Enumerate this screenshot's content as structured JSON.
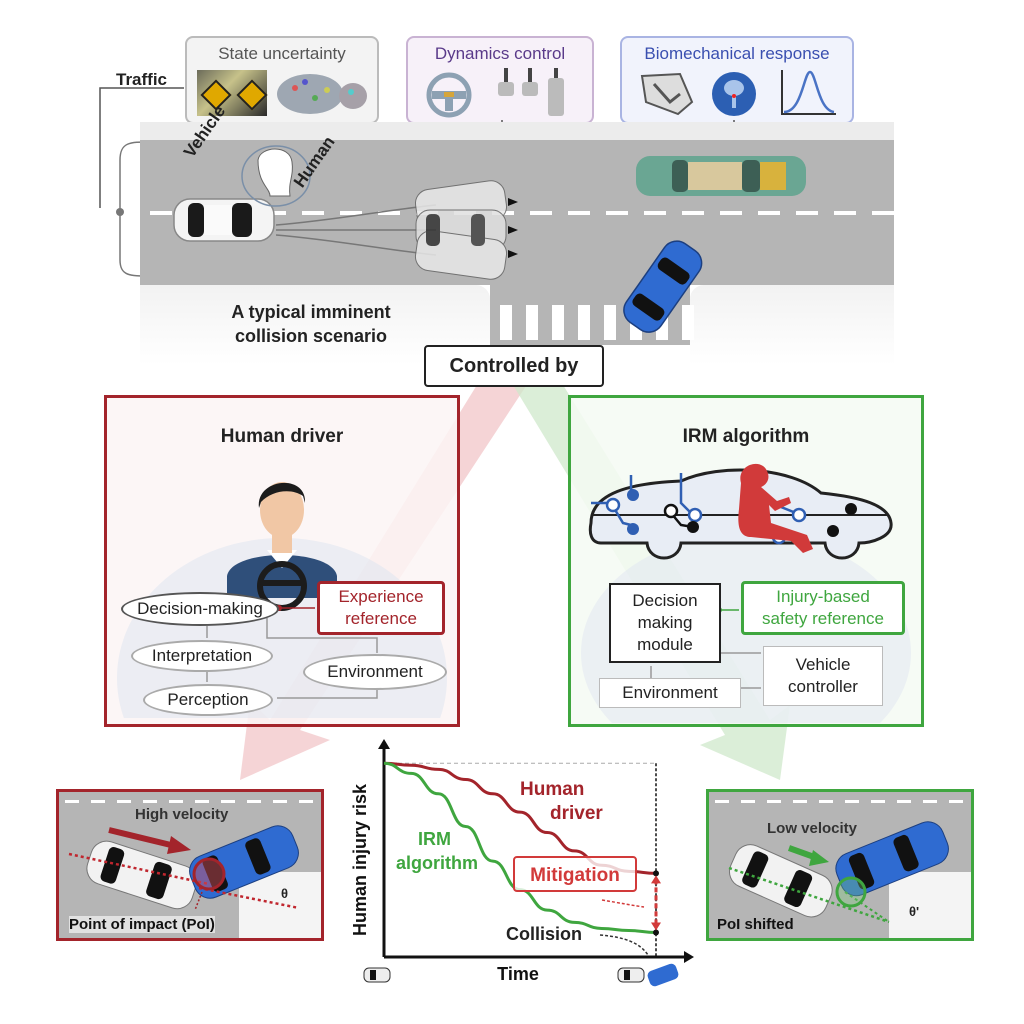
{
  "top": {
    "traffic_label": "Traffic",
    "state_uncertainty": {
      "title": "State uncertainty",
      "icons": [
        "road-sign-scene-icon",
        "particle-cloud-icon"
      ]
    },
    "dynamics_control": {
      "title": "Dynamics control",
      "icons": [
        "steering-wheel-icon",
        "pedals-icon"
      ],
      "title_color": "#5a3a8a"
    },
    "biomechanical_response": {
      "title": "Biomechanical response",
      "icons": [
        "occupant-model-icon",
        "brain-icon",
        "response-curve-icon"
      ],
      "title_color": "#3a4fb0"
    }
  },
  "scenario": {
    "vehicle_label": "Vehicle",
    "human_label": "Human",
    "caption_line1": "A typical imminent",
    "caption_line2": "collision scenario",
    "controlled_by": "Controlled by"
  },
  "human_panel": {
    "title": "Human driver",
    "border_color": "#a3242b",
    "nodes": {
      "decision": "Decision-making",
      "experience_line1": "Experience",
      "experience_line2": "reference",
      "interpretation": "Interpretation",
      "environment": "Environment",
      "perception": "Perception"
    }
  },
  "irm_panel": {
    "title": "IRM algorithm",
    "border_color": "#3fa63f",
    "nodes": {
      "decision_line1": "Decision",
      "decision_line2": "making",
      "decision_line3": "module",
      "injury_line1": "Injury-based",
      "injury_line2": "safety reference",
      "vehicle_ctrl_line1": "Vehicle",
      "vehicle_ctrl_line2": "controller",
      "environment": "Environment"
    }
  },
  "left_scene": {
    "velocity_label": "High velocity",
    "impact_label": "Point of impact (PoI)",
    "angle_label": "θ"
  },
  "right_scene": {
    "velocity_label": "Low velocity",
    "impact_label": "PoI shifted",
    "angle_label": "θ'"
  },
  "chart_data": {
    "type": "line",
    "title": "",
    "xlabel": "Time",
    "ylabel": "Human injury risk",
    "x": [
      0,
      0.1,
      0.2,
      0.3,
      0.4,
      0.5,
      0.6,
      0.7,
      0.8,
      0.9,
      1.0
    ],
    "xlim": [
      0,
      1
    ],
    "ylim": [
      0,
      1
    ],
    "series": [
      {
        "name": "Human driver",
        "color": "#a3242b",
        "values": [
          0.95,
          0.94,
          0.92,
          0.87,
          0.8,
          0.71,
          0.61,
          0.52,
          0.45,
          0.42,
          0.41
        ]
      },
      {
        "name": "IRM algorithm",
        "color": "#3fa63f",
        "values": [
          0.95,
          0.9,
          0.8,
          0.64,
          0.47,
          0.33,
          0.23,
          0.17,
          0.14,
          0.13,
          0.12
        ]
      }
    ],
    "annotations": {
      "mitigation": "Mitigation",
      "collision": "Collision"
    },
    "grid": false,
    "legend": "inline"
  }
}
